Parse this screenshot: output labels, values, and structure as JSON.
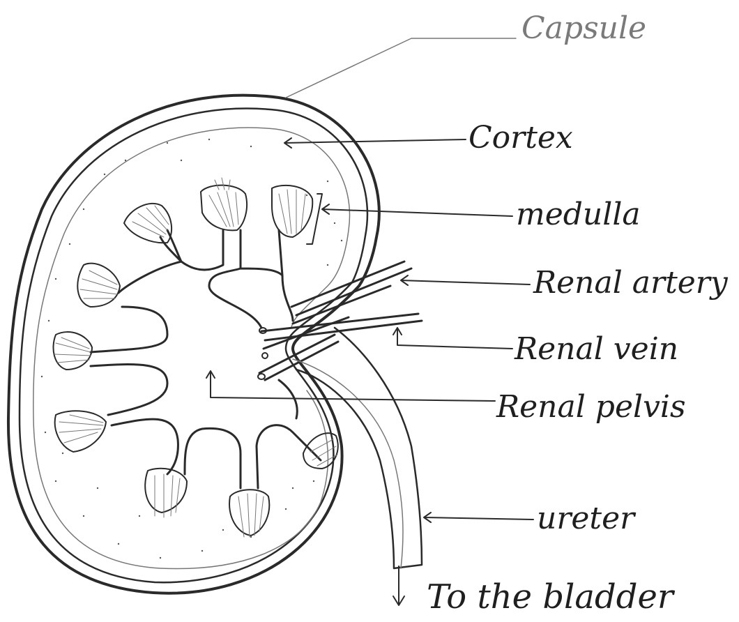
{
  "labels": {
    "capsule": "Capsule",
    "cortex": "Cortex",
    "medulla": "medulla",
    "renal_artery": "Renal artery",
    "renal_vein": "Renal vein",
    "renal_pelvis": "Renal pelvis",
    "ureter": "ureter",
    "to_bladder": "To the bladder"
  },
  "colors": {
    "ink": "#2a2a2a",
    "light_ink": "#777777",
    "paper": "#ffffff"
  }
}
